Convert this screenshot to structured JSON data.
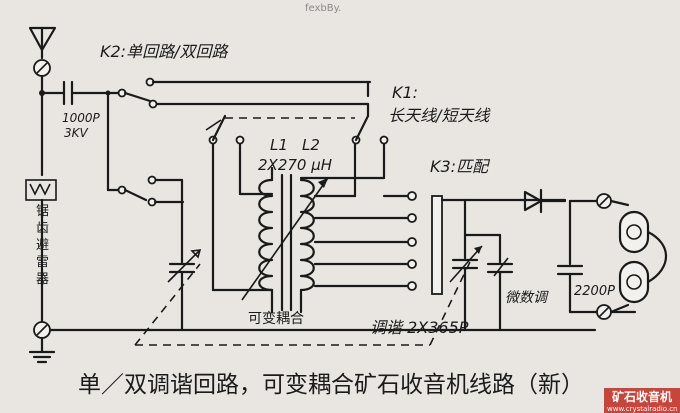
{
  "watermark_top": "fexbBy.",
  "labels": {
    "k2_switch": "K2:单回路/双回路",
    "k1_switch": "K1:",
    "k1_desc": "长天线/短天线",
    "k3_switch": "K3:匹配",
    "coil_name_l1": "L1",
    "coil_name_l2": "L2",
    "coil_value": "2X270 μH",
    "cap_1000p": "1000P",
    "cap_3kv": "3KV",
    "arrester": [
      "锯",
      "齿",
      "避",
      "雷",
      "器"
    ],
    "variable_coupling": "可变耦合",
    "tuning_cap": "调谐 2X365P",
    "trimmer": "微数调",
    "cap_2200p": "2200P"
  },
  "caption": "单／双调谐回路，可变耦合矿石收音机线路（新）",
  "brand": {
    "name": "矿石收音机",
    "url": "www.crystalradio.cn"
  }
}
